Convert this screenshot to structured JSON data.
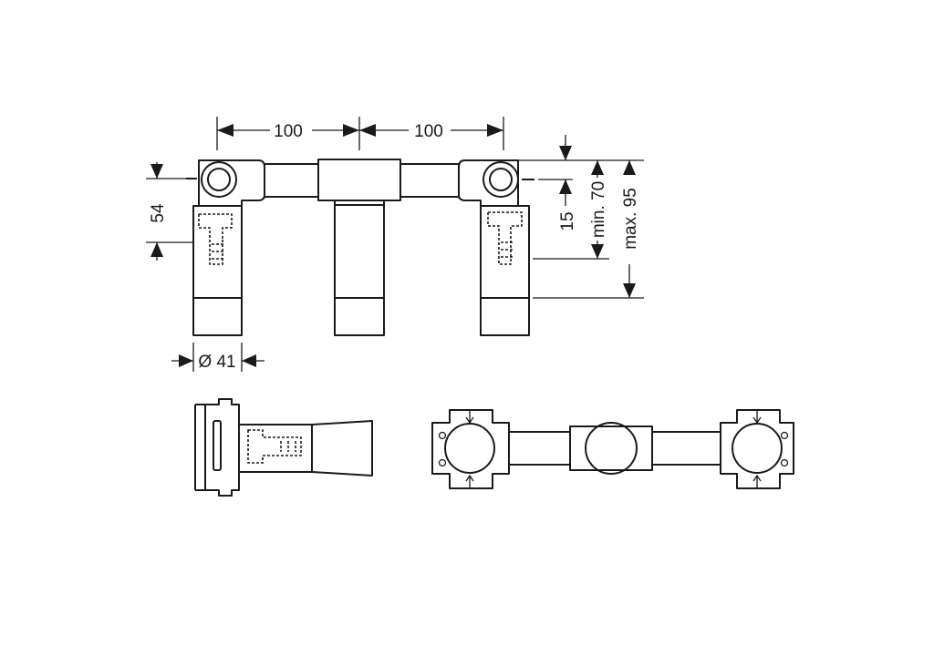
{
  "dimensions": {
    "spacing_left": "100",
    "spacing_right": "100",
    "height_left": "54",
    "diameter": "Ø 41",
    "offset": "15",
    "min_depth": "min. 70",
    "max_depth": "max. 95"
  }
}
